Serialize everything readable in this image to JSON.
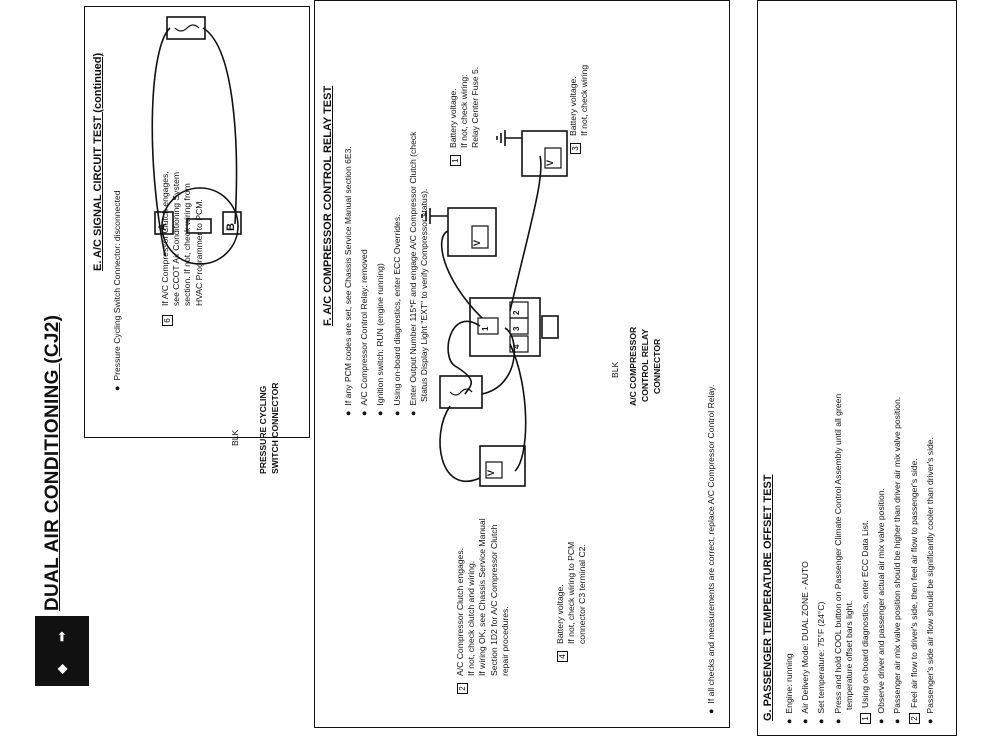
{
  "page": {
    "title": "DUAL AIR CONDITIONING (CJ2)",
    "nav": {
      "back_glyph": "◆",
      "forward_glyph": "➡"
    }
  },
  "section_e": {
    "heading": "E. A/C SIGNAL CIRCUIT TEST (continued)",
    "bullet": "Pressure Cycling Switch Connector: disconnected",
    "connector_labels": [
      "A",
      "B"
    ],
    "connector_color": "BLK",
    "connector_name": [
      "PRESSURE CYCLING",
      "SWITCH CONNECTOR"
    ],
    "step_num": "6",
    "step_lines": [
      "If A/C Compressor Clutch engages,",
      "see CCOT Air Conditioning System",
      "section. If not, check wiring from",
      "HVAC Programmer to PCM."
    ]
  },
  "section_f": {
    "heading": "F. A/C COMPRESSOR CONTROL RELAY TEST",
    "bullets": [
      "If any PCM codes are set, see Chassis Service Manual section 6E3.",
      "A/C Compressor Control Relay: removed",
      "Ignition switch: RUN (engine running)",
      "Using on-board diagnostics, enter ECC Overrides.",
      "Enter Output Number 115*F and engage A/C Compressor Clutch (check",
      "Status Display Light \"EXT\" to verify Compressor status)."
    ],
    "step2_num": "2",
    "step2_lines": [
      "A/C Compressor Clutch engages.",
      "If not, check clutch and wiring.",
      "If wiring OK, see Chassis Service Manual",
      "Section 1D2 for A/C Compressor Clutch",
      "repair procedures."
    ],
    "step4_num": "4",
    "step4_lines": [
      "Battery voltage.",
      "If not, check wiring to PCM",
      "connector C3 terminal C2."
    ],
    "step1_num": "1",
    "step1_lines": [
      "Battery voltage.",
      "If not, check wiring:",
      "Relay Center Fuse 5."
    ],
    "step3_num": "3",
    "step3_lines": [
      "Battery voltage.",
      "If not, check wiring"
    ],
    "relay_pins": [
      "1",
      "2",
      "3",
      "4"
    ],
    "relay_color": "BLK",
    "relay_name": [
      "A/C COMPRESSOR",
      "CONTROL RELAY",
      "CONNECTOR"
    ],
    "meter_label": "V",
    "footer": "If all checks and measurements are correct, replace A/C Compressor Control Relay."
  },
  "section_g": {
    "heading": "G. PASSENGER TEMPERATURE OFFSET TEST",
    "bullets": [
      "Engine: running",
      "Air Delivery Mode: DUAL ZONE - AUTO",
      "Set temperature: 75°F (24°C)",
      "Press and hold COOL button on Passenger Climate Control Assembly until all green",
      "temperature offset bars light."
    ],
    "step1_num": "1",
    "step1": "Using on-board diagnostics, enter ECC Data List.",
    "bullets2": [
      "Observe driver and passenger actual air mix valve position.",
      "Passenger air mix valve position should be higher than driver air mix valve position."
    ],
    "step2_num": "2",
    "step2": "Feel air flow to driver's side, then feel air flow to passenger's side.",
    "bullets3": [
      "Passenger's side air flow should be significantly cooler than driver's side."
    ]
  }
}
